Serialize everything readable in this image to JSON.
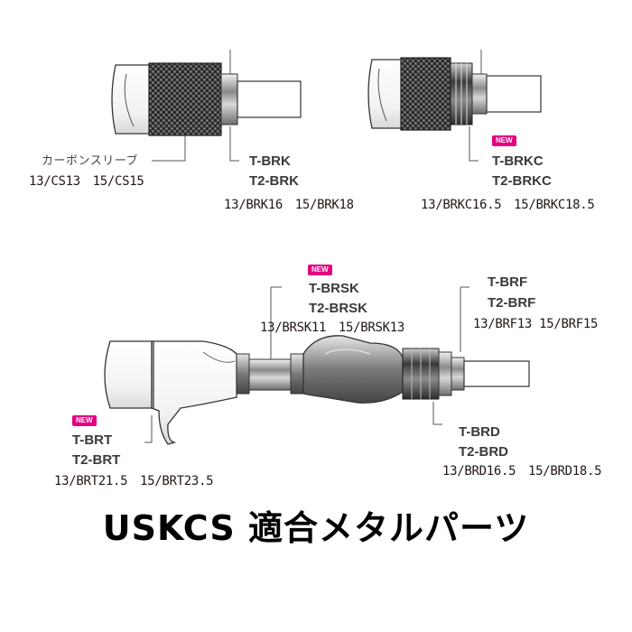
{
  "colors": {
    "new_badge": "#e4007f",
    "line": "#555555"
  },
  "top_left": {
    "sleeve_label": "カーボンスリーブ",
    "sleeve_codes": "13/CS13　15/CS15",
    "nut_parts": [
      "T-BRK",
      "T2-BRK"
    ],
    "nut_codes": "13/BRK16　15/BRK18"
  },
  "top_right": {
    "badge": "NEW",
    "parts": [
      "T-BRKC",
      "T2-BRKC"
    ],
    "codes": "13/BRKC16.5　15/BRKC18.5"
  },
  "bottom": {
    "brsk": {
      "badge": "NEW",
      "parts": [
        "T-BRSK",
        "T2-BRSK"
      ],
      "codes": "13/BRSK11　15/BRSK13"
    },
    "brf": {
      "parts": [
        "T-BRF",
        "T2-BRF"
      ],
      "codes": "13/BRF13 15/BRF15"
    },
    "brt": {
      "badge": "NEW",
      "parts": [
        "T-BRT",
        "T2-BRT"
      ],
      "codes": "13/BRT21.5　15/BRT23.5"
    },
    "brd": {
      "parts": [
        "T-BRD",
        "T2-BRD"
      ],
      "codes": "13/BRD16.5　15/BRD18.5"
    }
  },
  "title": "USKCS 適合メタルパーツ"
}
